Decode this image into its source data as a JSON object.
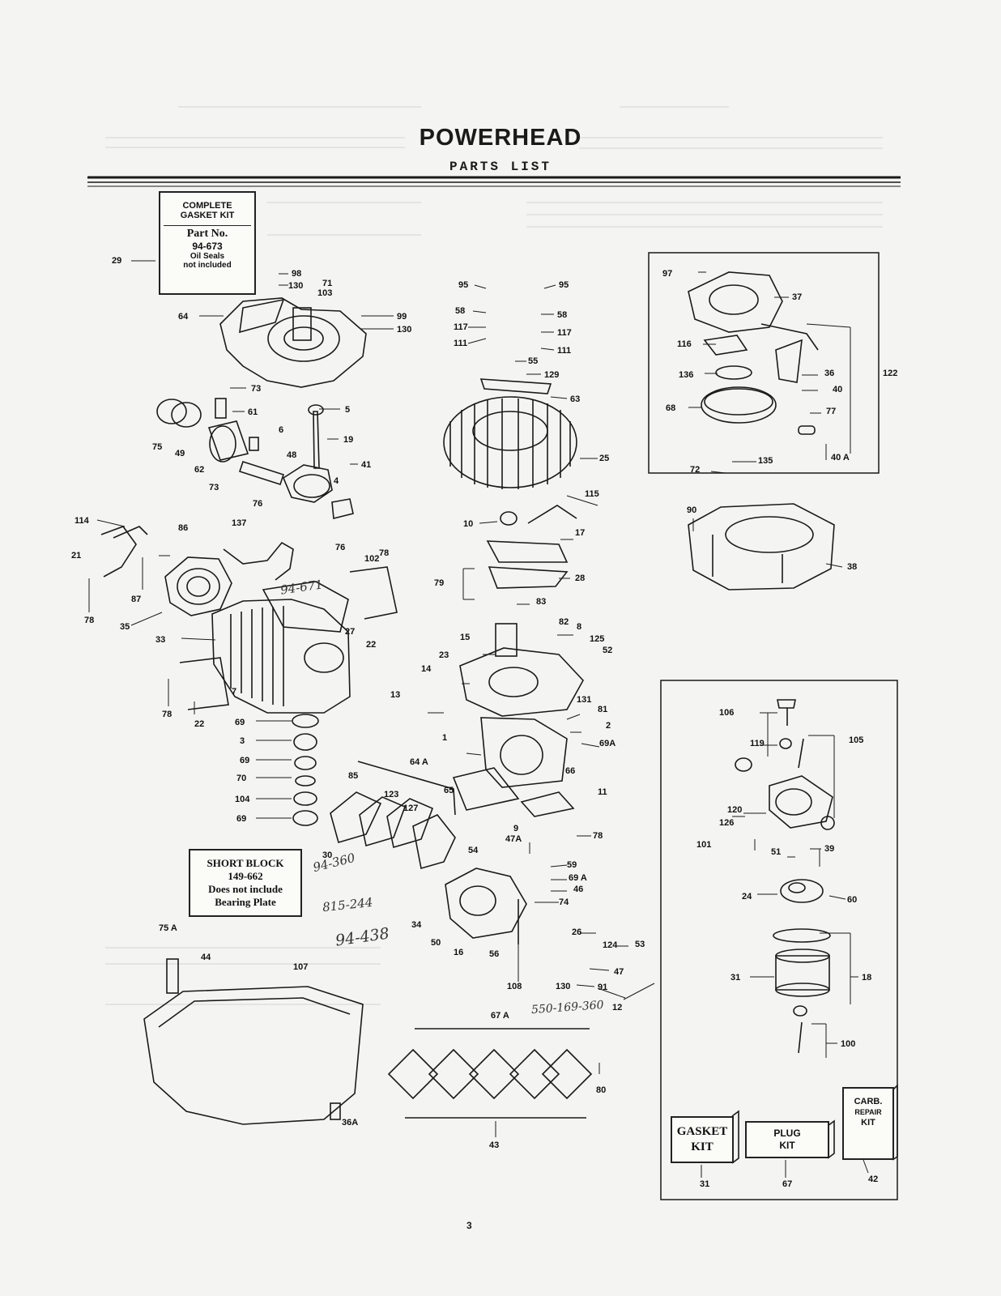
{
  "header": {
    "title": "POWERHEAD",
    "subtitle": "PARTS LIST"
  },
  "page_number": "3",
  "gasket_kit_box": {
    "line1": "COMPLETE",
    "line2": "GASKET KIT",
    "line3": "Part No.",
    "line4": "94-673",
    "line5": "Oil Seals",
    "line6": "not included"
  },
  "short_block_box": {
    "line1": "SHORT BLOCK",
    "line2": "149-662",
    "line3": "Does not include",
    "line4": "Bearing Plate"
  },
  "kit_boxes": {
    "gasket": [
      "GASKET",
      "KIT"
    ],
    "plug": [
      "PLUG",
      "KIT"
    ],
    "carb": [
      "CARB.",
      "REPAIR",
      "KIT"
    ]
  },
  "handwriting": [
    "94-671",
    "94-360",
    "815-244",
    "94-438",
    "550-169-360"
  ],
  "callouts": [
    "29",
    "98",
    "130",
    "71",
    "103",
    "64",
    "99",
    "130",
    "73",
    "61",
    "5",
    "75",
    "49",
    "6",
    "19",
    "62",
    "73",
    "48",
    "41",
    "4",
    "76",
    "76",
    "102",
    "78",
    "114",
    "86",
    "137",
    "21",
    "87",
    "78",
    "35",
    "33",
    "27",
    "22",
    "7",
    "78",
    "22",
    "69",
    "3",
    "69",
    "70",
    "104",
    "69",
    "85",
    "123",
    "127",
    "65",
    "30",
    "75 A",
    "44",
    "107",
    "36A",
    "95",
    "95",
    "58",
    "58",
    "117",
    "117",
    "111",
    "111",
    "55",
    "129",
    "63",
    "25",
    "115",
    "10",
    "17",
    "79",
    "28",
    "83",
    "82",
    "8",
    "15",
    "125",
    "52",
    "23",
    "14",
    "13",
    "131",
    "81",
    "2",
    "1",
    "69A",
    "64 A",
    "66",
    "11",
    "9",
    "78",
    "47A",
    "54",
    "59",
    "69 A",
    "46",
    "74",
    "34",
    "50",
    "16",
    "56",
    "26",
    "124",
    "53",
    "47",
    "108",
    "130",
    "91",
    "67 A",
    "80",
    "43",
    "12",
    "97",
    "37",
    "116",
    "36",
    "122",
    "136",
    "40",
    "68",
    "77",
    "135",
    "72",
    "40 A",
    "90",
    "38",
    "106",
    "105",
    "119",
    "120",
    "126",
    "101",
    "51",
    "39",
    "24",
    "60",
    "31",
    "18",
    "100",
    "31",
    "67",
    "42"
  ]
}
